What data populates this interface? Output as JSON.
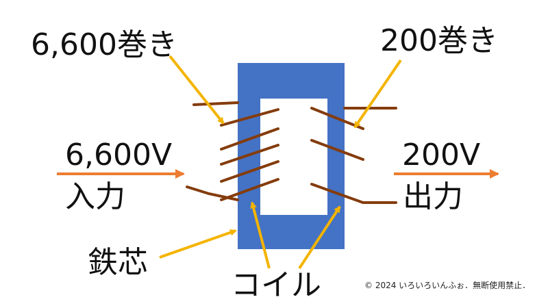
{
  "labels": {
    "primary_turns": "6,600巻き",
    "secondary_turns": "200巻き",
    "input_voltage": "6,600V",
    "input_label": "入力",
    "output_voltage": "200V",
    "output_label": "出力",
    "core_label": "鉄芯",
    "coil_label": "コイル"
  },
  "copyright": "© 2024 いろいろいんふぉ．無断使用禁止．",
  "colors": {
    "core": "#4472c4",
    "coil": "#843c0c",
    "arrow_annotation": "#f4b400",
    "arrow_io": "#ed7d31",
    "text": "#111111"
  }
}
